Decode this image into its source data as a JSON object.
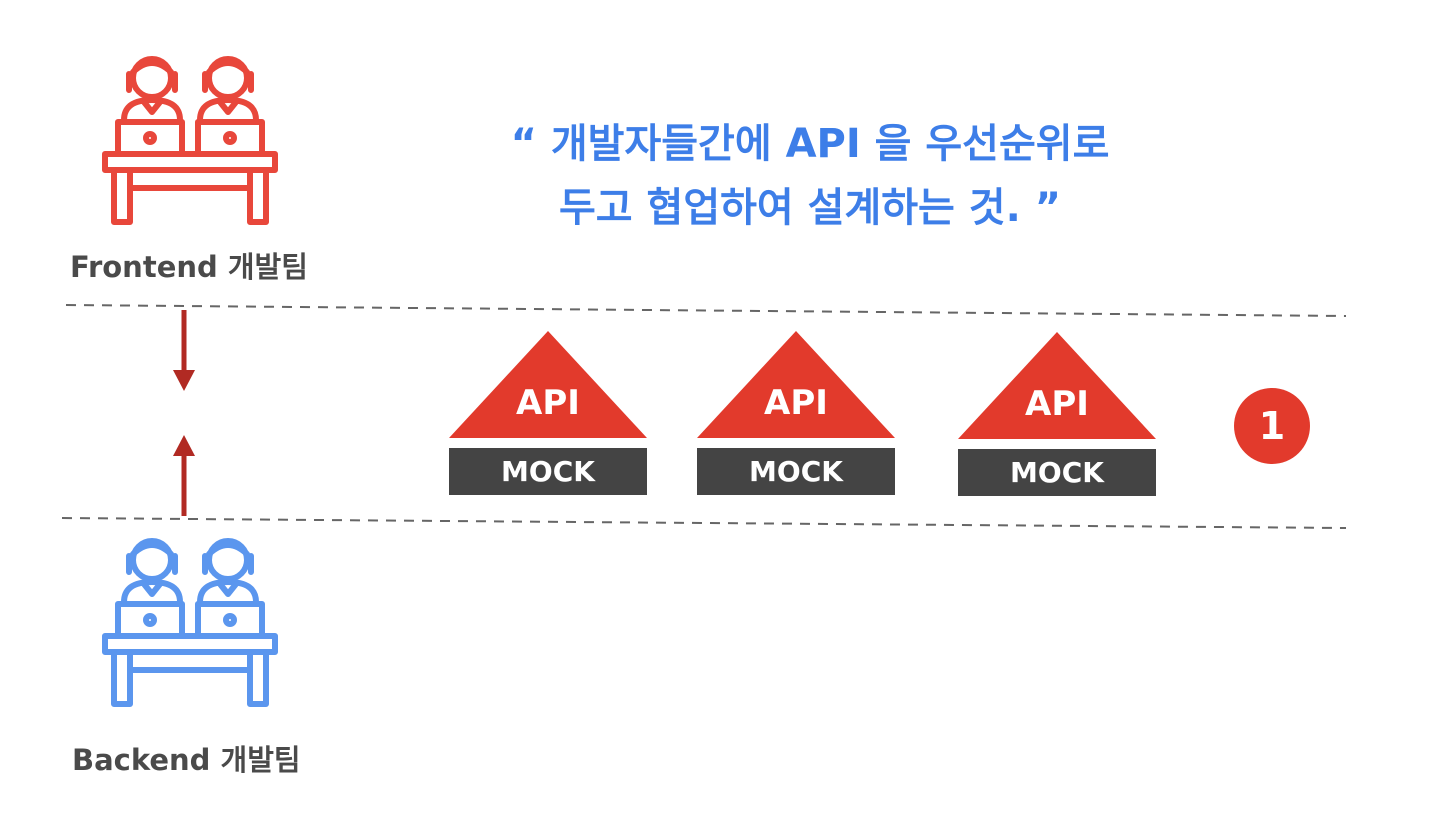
{
  "teams": {
    "frontend": {
      "label": "Frontend 개발팀",
      "color": "#e8473b",
      "icon": "developers-at-desk-icon"
    },
    "backend": {
      "label": "Backend 개발팀",
      "color": "#5b96ee",
      "icon": "developers-at-desk-icon"
    }
  },
  "quote": {
    "line1": "“ 개발자들간에 API 을 우선순위로",
    "line2": "두고 협업하여 설계하는 것. ”",
    "color": "#3d7ee8"
  },
  "api_blocks": [
    {
      "api_label": "API",
      "mock_label": "MOCK"
    },
    {
      "api_label": "API",
      "mock_label": "MOCK"
    },
    {
      "api_label": "API",
      "mock_label": "MOCK"
    }
  ],
  "badge": {
    "value": "1",
    "color": "#e23a2c"
  },
  "colors": {
    "arrow": "#b12a23",
    "triangle": "#e23a2c",
    "mock": "#444444",
    "dash": "#666666"
  }
}
